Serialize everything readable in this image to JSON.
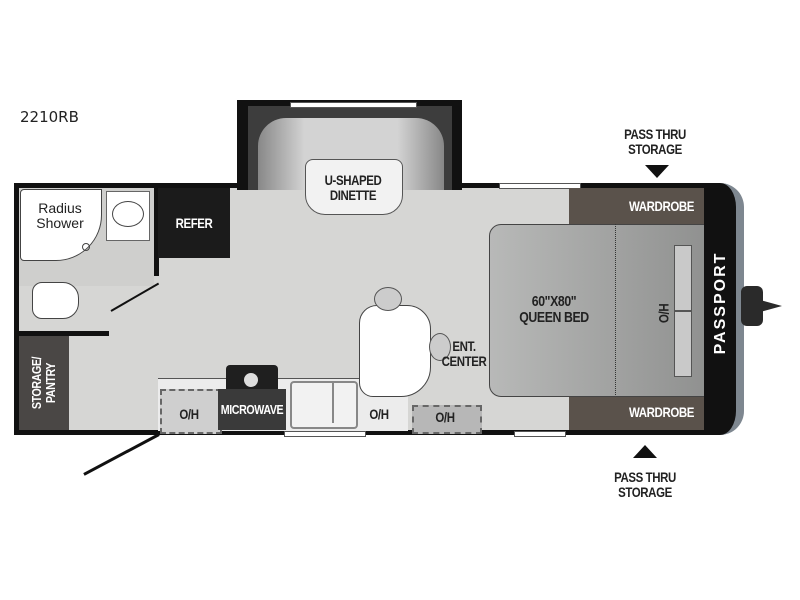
{
  "model": "2210RB",
  "brand": "PASSPORT",
  "rooms": {
    "shower": "Radius\nShower",
    "refer": "REFER",
    "dinette": "U-SHAPED\nDINETTE",
    "wardrobe_top": "WARDROBE",
    "wardrobe_bottom": "WARDROBE",
    "bed": "60\"X80\"\nQUEEN BED",
    "bed_overhead": "H/O",
    "storage_pantry": "STORAGE/\nPANTRY",
    "oh_left": "O/H",
    "microwave": "MICROWAVE",
    "oh_mid": "O/H",
    "ent_center": "ENT.\nCENTER",
    "oh_right": "O/H"
  },
  "callouts": {
    "pass_thru_top": "PASS THRU\nSTORAGE",
    "pass_thru_bottom": "PASS THRU\nSTORAGE"
  },
  "colors": {
    "floor": "#d6d6d4",
    "wall": "#111111",
    "wardrobe": "#5a524b",
    "cabinet_dark": "#3a3a3a",
    "bed": "#9a9b9a",
    "front_cap": "#7e8790"
  }
}
